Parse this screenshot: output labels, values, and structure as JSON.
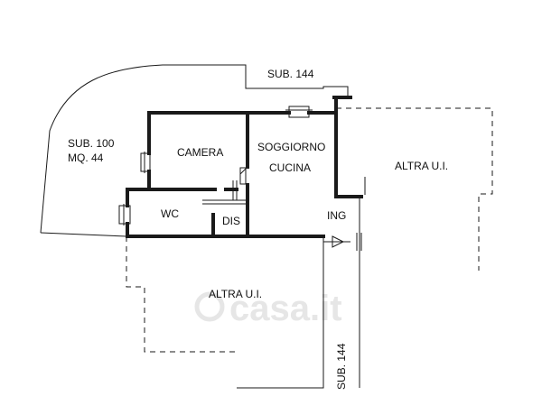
{
  "labels": {
    "sub144_top": "SUB. 144",
    "sub100_line1": "SUB. 100",
    "sub100_line2": "MQ. 44",
    "camera": "CAMERA",
    "soggiorno": "SOGGIORNO",
    "cucina": "CUCINA",
    "altra_ui_right": "ALTRA U.I.",
    "wc": "WC",
    "dis": "DIS",
    "ing": "ING",
    "altra_ui_bottom": "ALTRA U.I.",
    "sub144_vertical": "SUB. 144"
  },
  "watermark": {
    "text": "casa.it"
  }
}
